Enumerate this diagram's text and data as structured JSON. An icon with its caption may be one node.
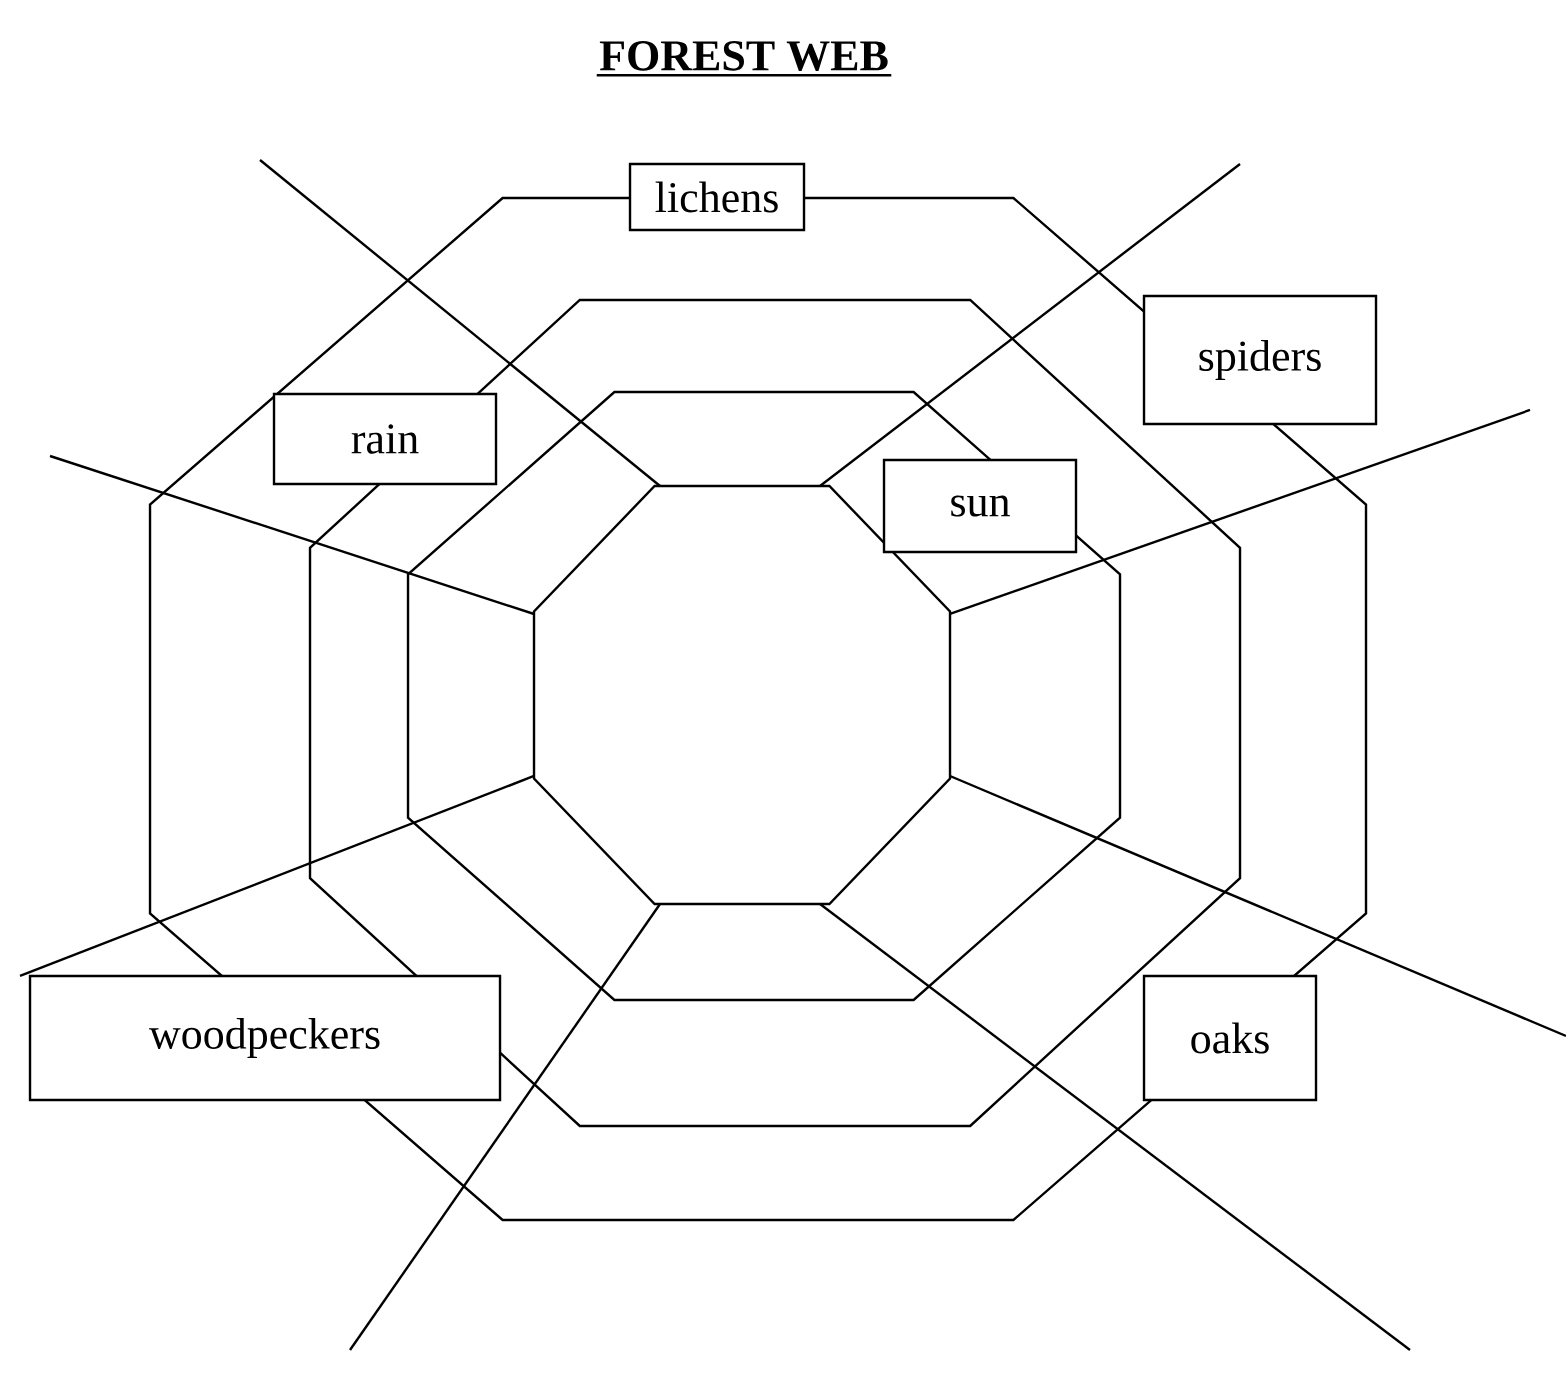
{
  "diagram": {
    "title": "FOREST WEB",
    "nodes": [
      {
        "text": [
          "lichens"
        ]
      },
      {
        "text": [
          "spiders"
        ]
      },
      {
        "text": [
          "rain"
        ]
      },
      {
        "text": [
          "sun"
        ]
      },
      {
        "text": [
          "woodpeckers"
        ]
      },
      {
        "text": [
          "oaks"
        ]
      }
    ]
  }
}
